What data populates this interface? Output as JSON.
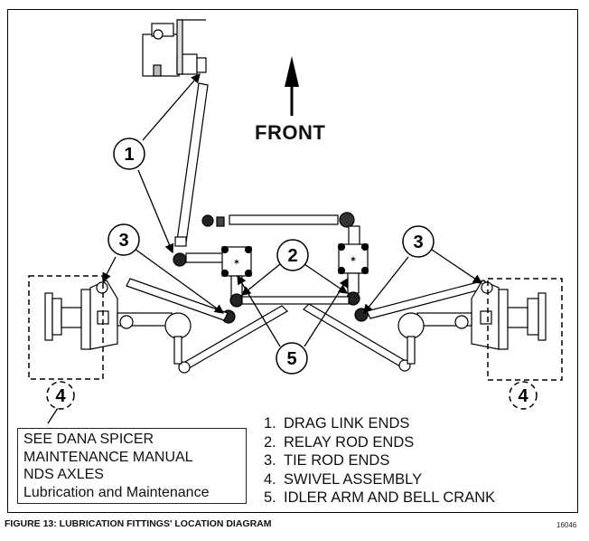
{
  "figure": {
    "direction_label": "FRONT",
    "caption": "FIGURE 13: LUBRICATION FITTINGS'  LOCATION DIAGRAM",
    "figure_id": "16046"
  },
  "callouts": [
    {
      "number": "1"
    },
    {
      "number": "2"
    },
    {
      "number": "3"
    },
    {
      "number": "3"
    },
    {
      "number": "4"
    },
    {
      "number": "4"
    },
    {
      "number": "5"
    }
  ],
  "note": {
    "lines": [
      "SEE DANA SPICER",
      "MAINTENANCE MANUAL",
      "NDS AXLES",
      "Lubrication and Maintenance"
    ]
  },
  "legend": {
    "items": [
      {
        "num": "1.",
        "label": "DRAG LINK ENDS"
      },
      {
        "num": "2.",
        "label": "RELAY ROD ENDS"
      },
      {
        "num": "3.",
        "label": "TIE ROD ENDS"
      },
      {
        "num": "4.",
        "label": "SWIVEL ASSEMBLY"
      },
      {
        "num": "5.",
        "label": "IDLER ARM AND BELL CRANK"
      }
    ]
  }
}
